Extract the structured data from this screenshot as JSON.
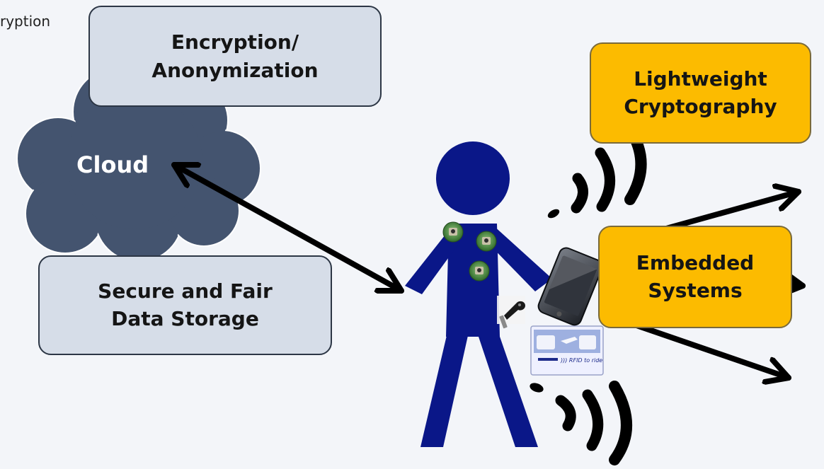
{
  "partial_label": "ryption",
  "cloud": {
    "label": "Cloud"
  },
  "boxes": {
    "encryption": "Encryption/\nAnonymization",
    "storage": "Secure and Fair\nData Storage",
    "lightweight": "Lightweight\nCryptography",
    "embedded": "Embedded\nSystems"
  },
  "rfid_card": {
    "caption": ")))  RFID to ride"
  },
  "colors": {
    "background": "#f3f5f9",
    "cloud": "#44546f",
    "person": "#0a1788",
    "box_grey": "#d6dde8",
    "box_gold": "#fcbb00"
  }
}
